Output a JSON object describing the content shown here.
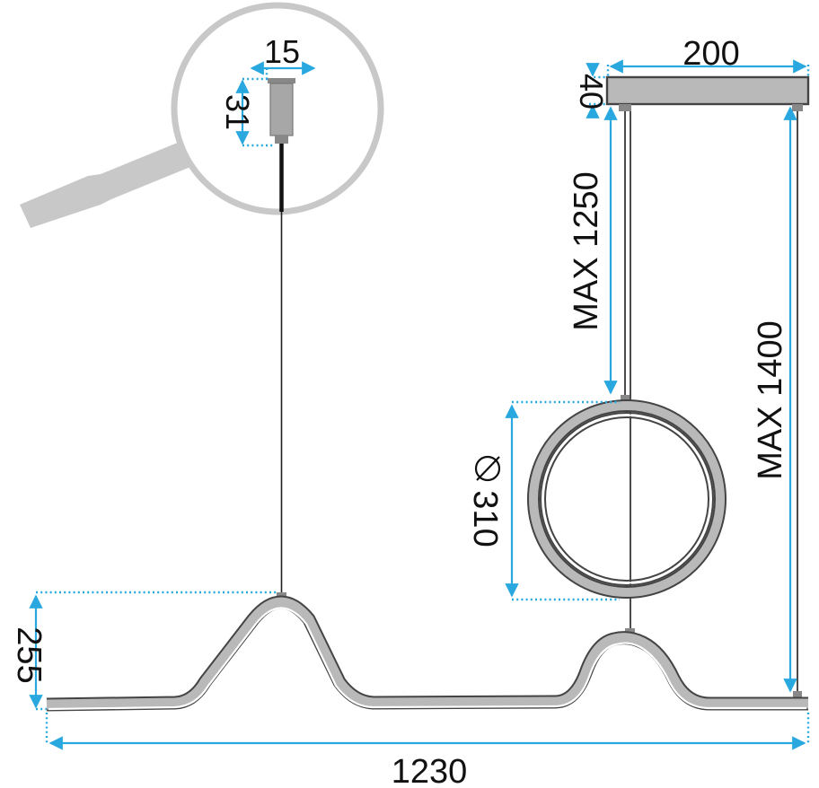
{
  "dimensions": {
    "connector_width": "15",
    "connector_height": "31",
    "canopy_length": "200",
    "canopy_height": "40",
    "max_cable_ring": "MAX 1250",
    "max_cable_bar": "MAX 1400",
    "ring_diameter": "310",
    "wave_height": "255",
    "total_length": "1230"
  },
  "colors": {
    "dimension_line": "#29a8df",
    "lamp_body": "#444444",
    "lamp_fill": "#b9b9b9",
    "magnifier": "#c8c8c8"
  },
  "icons": {
    "magnifier": "magnifier-icon",
    "diameter": "diameter-symbol-icon"
  }
}
